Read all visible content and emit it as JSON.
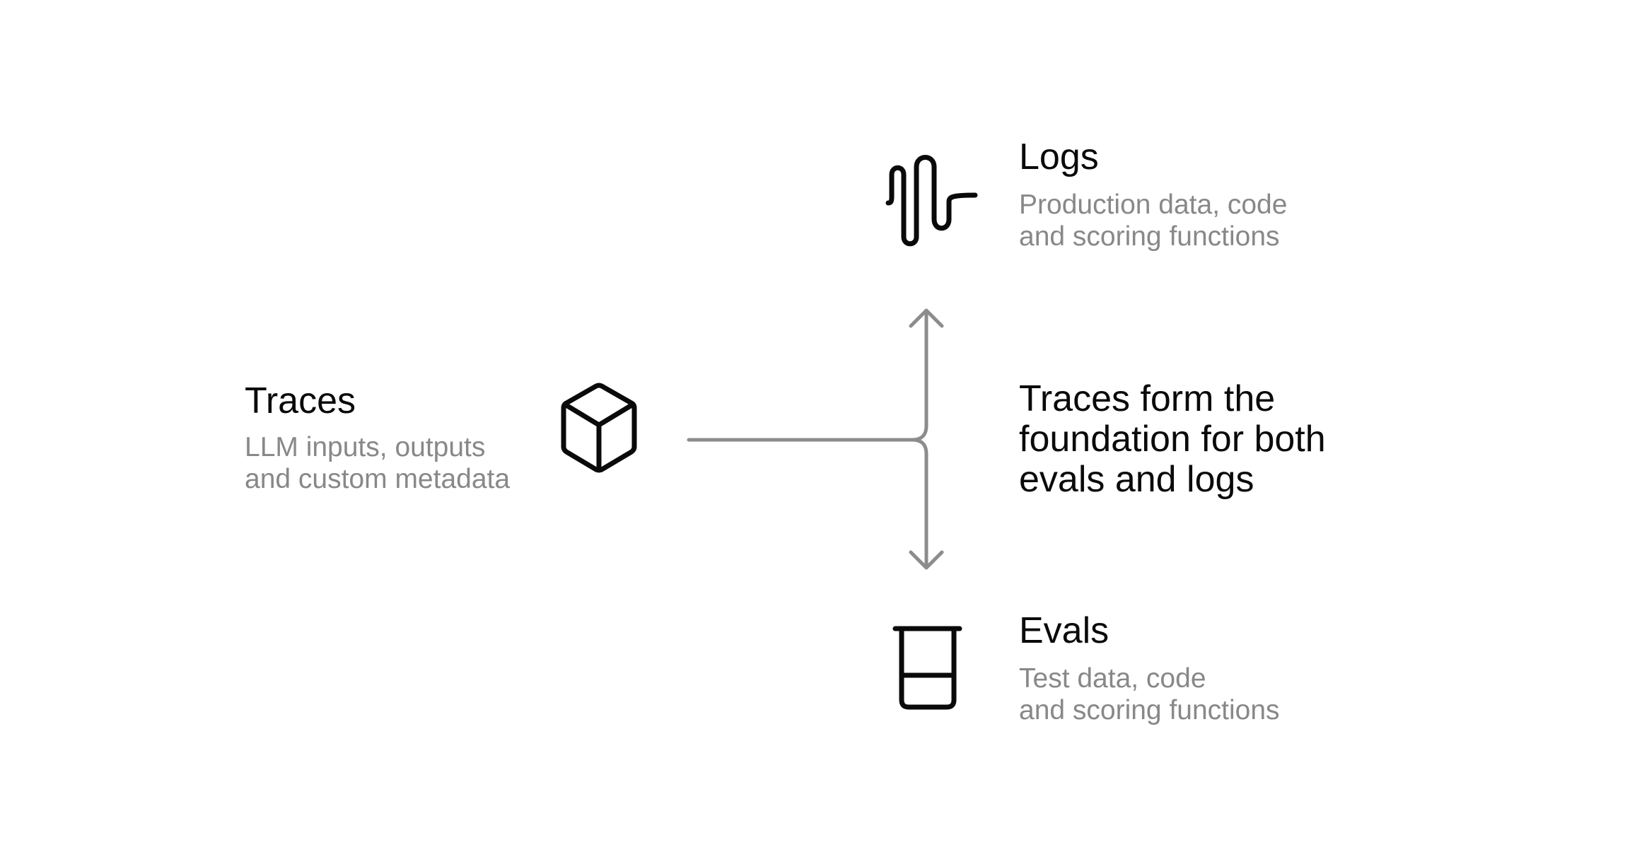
{
  "traces": {
    "title": "Traces",
    "description": [
      "LLM inputs, outputs",
      "and custom metadata"
    ],
    "icon": "cube-icon"
  },
  "logs": {
    "title": "Logs",
    "description": [
      "Production data, code",
      "and scoring functions"
    ],
    "icon": "waveform-icon"
  },
  "evals": {
    "title": "Evals",
    "description": [
      "Test data, code",
      "and scoring functions"
    ],
    "icon": "beaker-icon"
  },
  "caption": [
    "Traces form the",
    "foundation for both",
    "evals and logs"
  ],
  "colors": {
    "text": "#0a0a0a",
    "muted_text": "#888888",
    "icon_stroke": "#0a0a0a",
    "connector": "#8c8c8c"
  }
}
